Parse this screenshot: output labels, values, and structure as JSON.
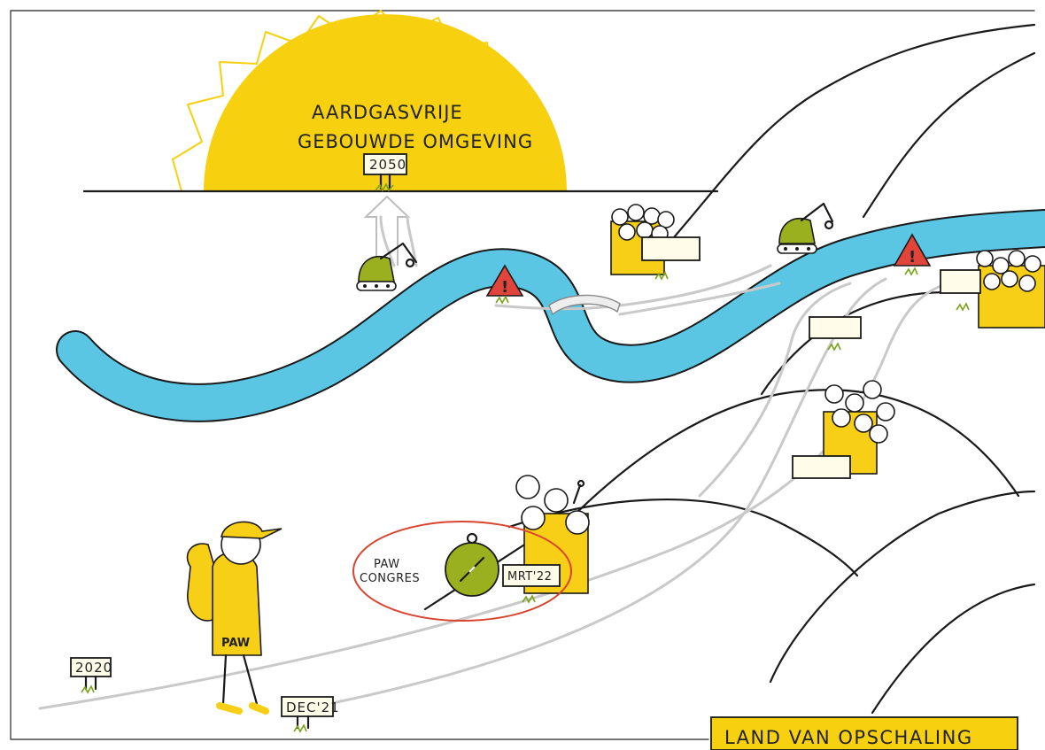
{
  "sun": {
    "line1": "AARDGASVRIJE",
    "line2": "GEBOUWDE OMGEVING",
    "year": "2050"
  },
  "milestones": {
    "start": "2020",
    "dec": "DEC'21",
    "mrt": "MRT'22",
    "congres_line1": "PAW",
    "congres_line2": "CONGRES"
  },
  "traveler": {
    "label": "PAW"
  },
  "banner": {
    "text": "LAND VAN OPSCHALING"
  },
  "colors": {
    "sun": "#f7d10f",
    "river": "#5bc6e3",
    "person": "#f7cf17",
    "warning": "#e0443a",
    "machine": "#9bb01f",
    "highlight": "#d9442f",
    "banner_bg": "#f7d10f"
  },
  "icons": [
    "sun-icon",
    "river",
    "warning-sign-icon",
    "excavator-icon",
    "bridge-icon",
    "compass-icon",
    "person-icon",
    "backpack-icon",
    "hill"
  ]
}
